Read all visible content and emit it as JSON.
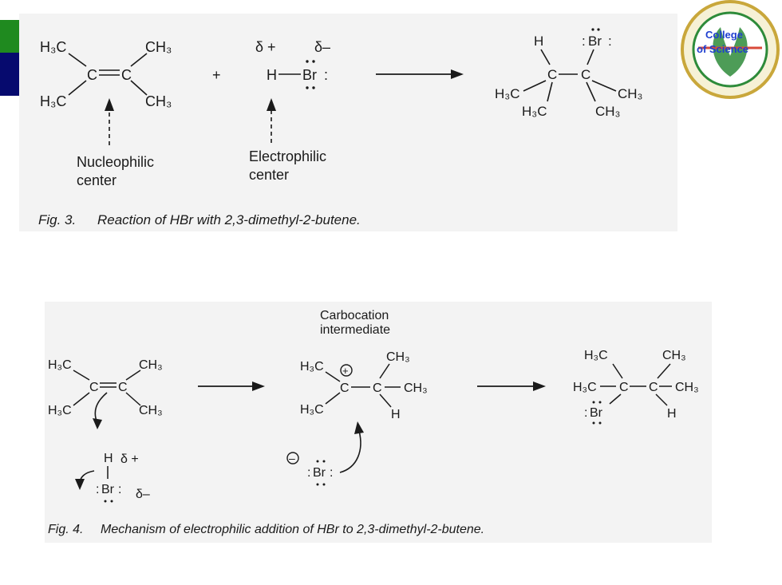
{
  "colors": {
    "accent_green": "#1f8a1f",
    "accent_navy": "#060a6e",
    "logo_green": "#2e8b3a",
    "logo_gold": "#c9a73b",
    "logo_text": "#1f3fd0"
  },
  "logo": {
    "line1": "College",
    "line2": "of Science"
  },
  "fig3": {
    "reactant": {
      "tl": "H3C",
      "tr": "CH3",
      "bl": "H3C",
      "br": "CH3",
      "c": "C",
      "double_bond": "="
    },
    "plus": "+",
    "delta_plus": "δ +",
    "delta_minus": "δ–",
    "hbr": {
      "h": "H",
      "bond": "—",
      "br": "Br",
      "colon": ":"
    },
    "nucleophilic": [
      "Nucleophilic",
      "center"
    ],
    "electrophilic": [
      "Electrophilic",
      "center"
    ],
    "product": {
      "h": "H",
      "br": "Br",
      "colon": ":",
      "c": "C",
      "h3c_left": "H3C",
      "h3c_bottom": "H3C",
      "ch3_right": "CH3",
      "ch3_bottom": "CH3"
    },
    "caption_label": "Fig. 3.",
    "caption_text": "Reaction of HBr with 2,3-dimethyl-2-butene."
  },
  "fig4": {
    "reactant": {
      "tl": "H3C",
      "tr": "CH3",
      "bl": "H3C",
      "br": "CH3",
      "c": "C",
      "double_bond": "="
    },
    "hbr": {
      "h": "H",
      "delta_plus": "δ +",
      "br": "Br",
      "colon": ":",
      "delta_minus": "δ–"
    },
    "carbocation_label": [
      "Carbocation",
      "intermediate"
    ],
    "intermediate": {
      "h3c_top": "H3C",
      "h3c_bottom": "H3C",
      "plus": "+",
      "c": "C",
      "ch3_top": "CH3",
      "ch3_right": "CH3",
      "h": "H"
    },
    "bromide": {
      "minus": "–",
      "br": "Br",
      "colon": ":"
    },
    "product": {
      "h3c_top": "H3C",
      "ch3_top": "CH3",
      "h3c_left": "H3C",
      "ch3_right": "CH3",
      "c": "C",
      "br": "Br",
      "colon": ":",
      "h": "H"
    },
    "caption_label": "Fig. 4.",
    "caption_text": "Mechanism of electrophilic addition of HBr to 2,3-dimethyl-2-butene."
  }
}
